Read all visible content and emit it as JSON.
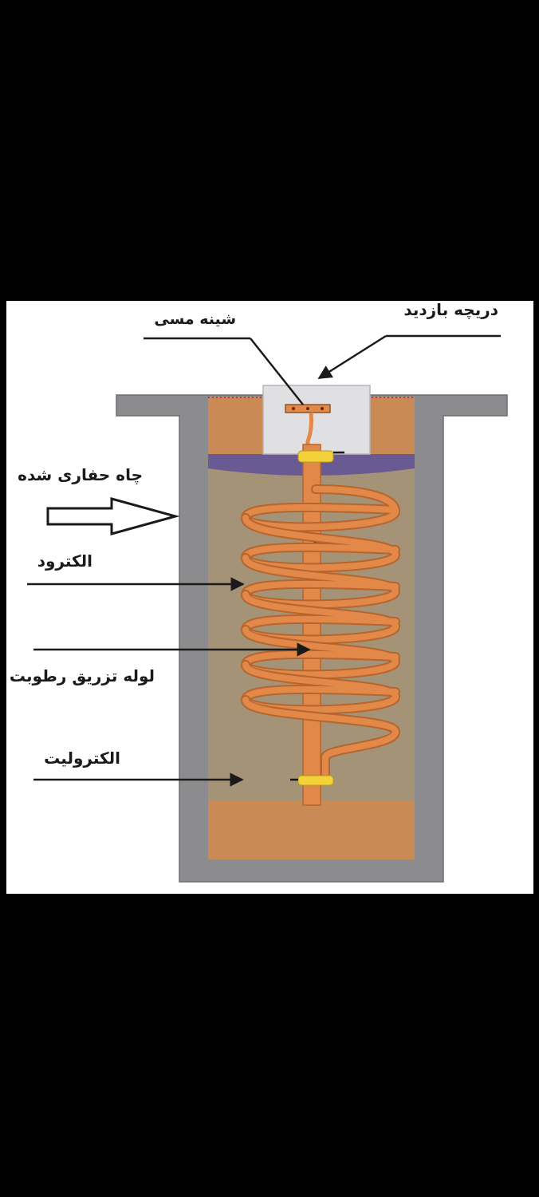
{
  "labels": {
    "inspection_hatch": "دریچه بازدید",
    "copper_busbar": "شینه مسی",
    "drilled_well": "چاه حفاری شده",
    "electrode": "الکترود",
    "moisture_injection_pipe": "لوله تزریق رطوبت",
    "electrolyte": "الکترولیت"
  },
  "colors": {
    "background": "#000000",
    "panel": "#ffffff",
    "well_wall": "#8c8c8e",
    "soil": "#c98a56",
    "electrolyte_fill": "#a49376",
    "sealing_layer": "#6a5a94",
    "hatch_box": "#e0e0e2",
    "copper_coil": "#e2894a",
    "clamp": "#f2d13a",
    "arrow": "#1a1a1a"
  }
}
